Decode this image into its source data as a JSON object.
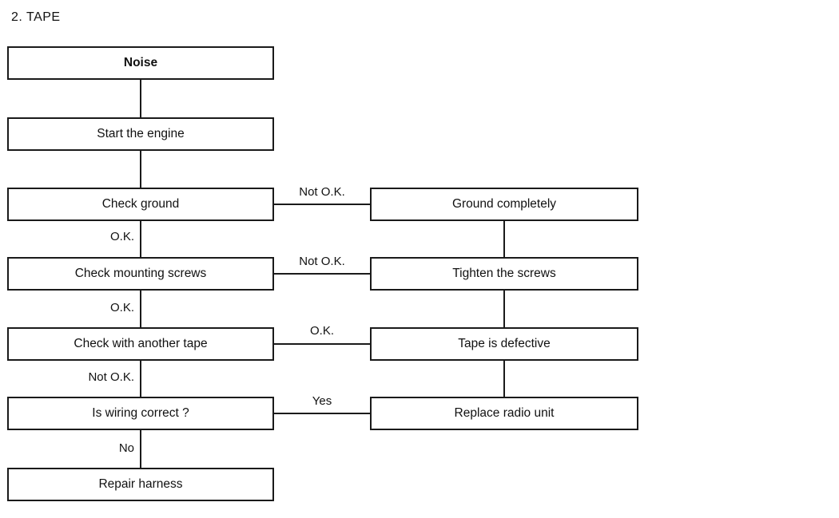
{
  "title": "2. TAPE",
  "colors": {
    "line": "#1a1a1a",
    "text": "#111111",
    "background": "#ffffff"
  },
  "flowchart": {
    "left_column": [
      {
        "label": "Noise"
      },
      {
        "label": "Start the engine"
      },
      {
        "label": "Check ground"
      },
      {
        "label": "Check mounting screws"
      },
      {
        "label": "Check with another tape"
      },
      {
        "label": "Is wiring correct ?"
      },
      {
        "label": "Repair harness"
      }
    ],
    "right_column": [
      {
        "label": "Ground completely"
      },
      {
        "label": "Tighten the screws"
      },
      {
        "label": "Tape is defective"
      },
      {
        "label": "Replace radio unit"
      }
    ],
    "vertical_labels": [
      {
        "label": "O.K."
      },
      {
        "label": "O.K."
      },
      {
        "label": "Not O.K."
      },
      {
        "label": "No"
      }
    ],
    "branch_labels": [
      {
        "label": "Not O.K."
      },
      {
        "label": "Not O.K."
      },
      {
        "label": "O.K."
      },
      {
        "label": "Yes"
      }
    ]
  }
}
